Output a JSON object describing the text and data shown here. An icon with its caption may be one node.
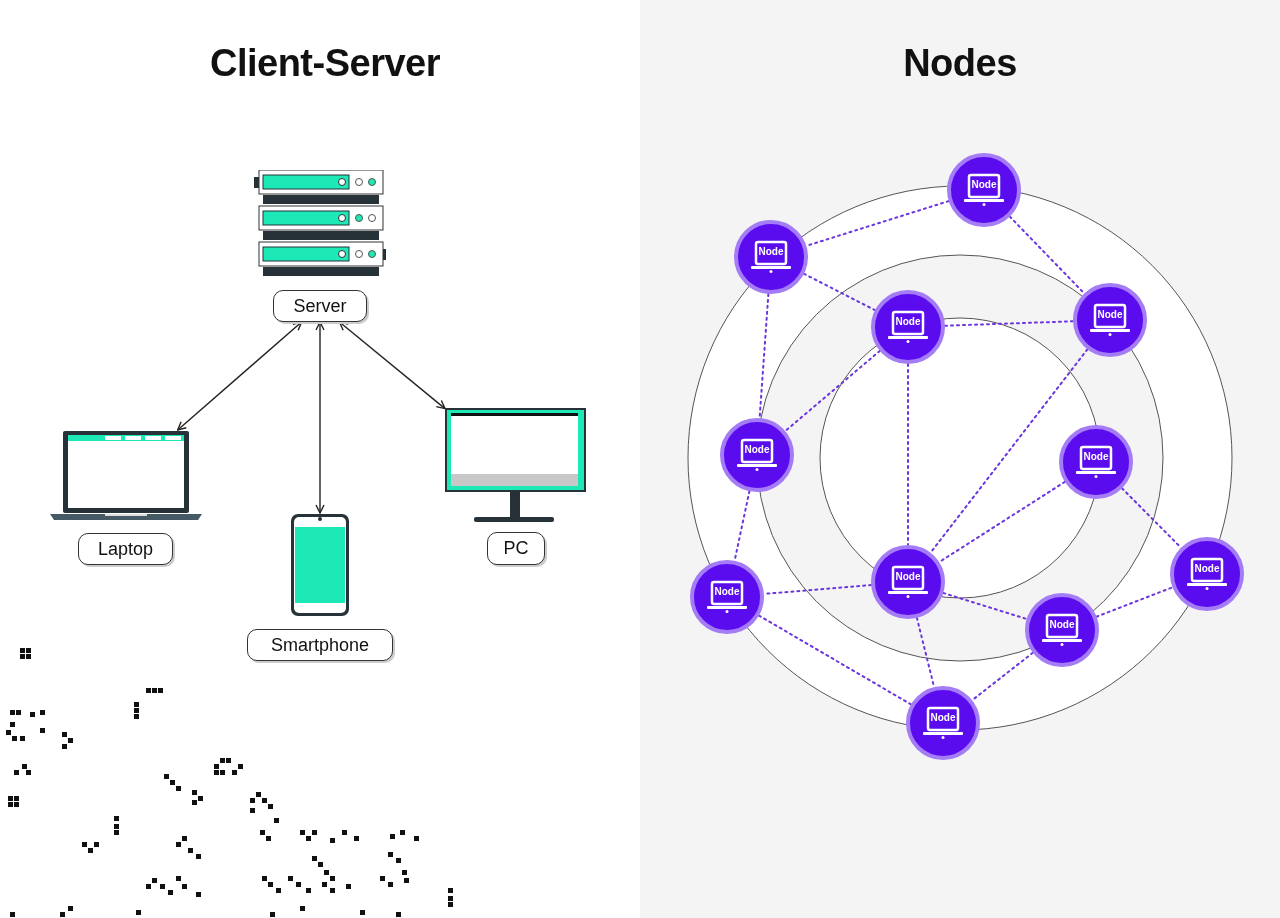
{
  "diagram": {
    "nodes": [
      {
        "text": [],
        "shape": "picture"
      },
      {
        "text": [
          "Server"
        ]
      },
      {
        "text": [],
        "shape": "picture"
      },
      {
        "text": [
          "Laptop"
        ]
      },
      {
        "text": [],
        "shape": "picture"
      },
      {
        "text": [
          "Smartphone"
        ]
      },
      {
        "text": [],
        "shape": "picture"
      },
      {
        "text": [
          "PC"
        ]
      },
      {
        "text": [
          "Node"
        ]
      },
      {
        "text": [
          "Node"
        ]
      },
      {
        "text": [
          "Node"
        ]
      },
      {
        "text": [
          "Node"
        ]
      },
      {
        "text": [
          "Node"
        ]
      },
      {
        "text": [
          "Node"
        ]
      },
      {
        "text": [
          "Node"
        ]
      },
      {
        "text": [
          "Node"
        ]
      },
      {
        "text": [
          "Node"
        ]
      },
      {
        "text": [
          "Node"
        ]
      },
      {
        "text": [
          "Node"
        ]
      }
    ],
    "edges": [
      {
        "from": 1,
        "to": 2,
        "arrow": "both",
        "color": "#222222"
      },
      {
        "from": 1,
        "to": 4,
        "arrow": "both",
        "color": "#222222"
      },
      {
        "from": 1,
        "to": 6,
        "arrow": "both",
        "color": "#222222"
      },
      {
        "from": 8,
        "to": 9,
        "arrow": "none",
        "style": "dashed"
      },
      {
        "from": 8,
        "to": 11,
        "arrow": "none",
        "style": "dashed"
      },
      {
        "from": 9,
        "to": 10,
        "arrow": "none",
        "style": "dashed"
      },
      {
        "from": 9,
        "to": 12,
        "arrow": "none",
        "style": "dashed"
      },
      {
        "from": 10,
        "to": 11,
        "arrow": "none",
        "style": "dashed"
      },
      {
        "from": 10,
        "to": 12,
        "arrow": "none",
        "style": "dashed"
      },
      {
        "from": 10,
        "to": 14,
        "arrow": "none",
        "style": "dashed"
      },
      {
        "from": 11,
        "to": 14,
        "arrow": "none",
        "style": "dashed"
      },
      {
        "from": 13,
        "to": 14,
        "arrow": "none",
        "style": "dashed"
      },
      {
        "from": 13,
        "to": 16,
        "arrow": "none",
        "style": "dashed"
      },
      {
        "from": 12,
        "to": 15,
        "arrow": "none",
        "style": "dashed"
      },
      {
        "from": 14,
        "to": 15,
        "arrow": "none",
        "style": "dashed"
      },
      {
        "from": 14,
        "to": 17,
        "arrow": "none",
        "style": "dashed"
      },
      {
        "from": 14,
        "to": 18,
        "arrow": "none",
        "style": "dashed"
      },
      {
        "from": 15,
        "to": 18,
        "arrow": "none",
        "style": "dashed"
      },
      {
        "from": 17,
        "to": 16,
        "arrow": "none",
        "style": "dashed"
      },
      {
        "from": 17,
        "to": 18,
        "arrow": "none",
        "style": "dashed"
      }
    ],
    "labels": [
      "Client-Server",
      "Nodes"
    ]
  }
}
